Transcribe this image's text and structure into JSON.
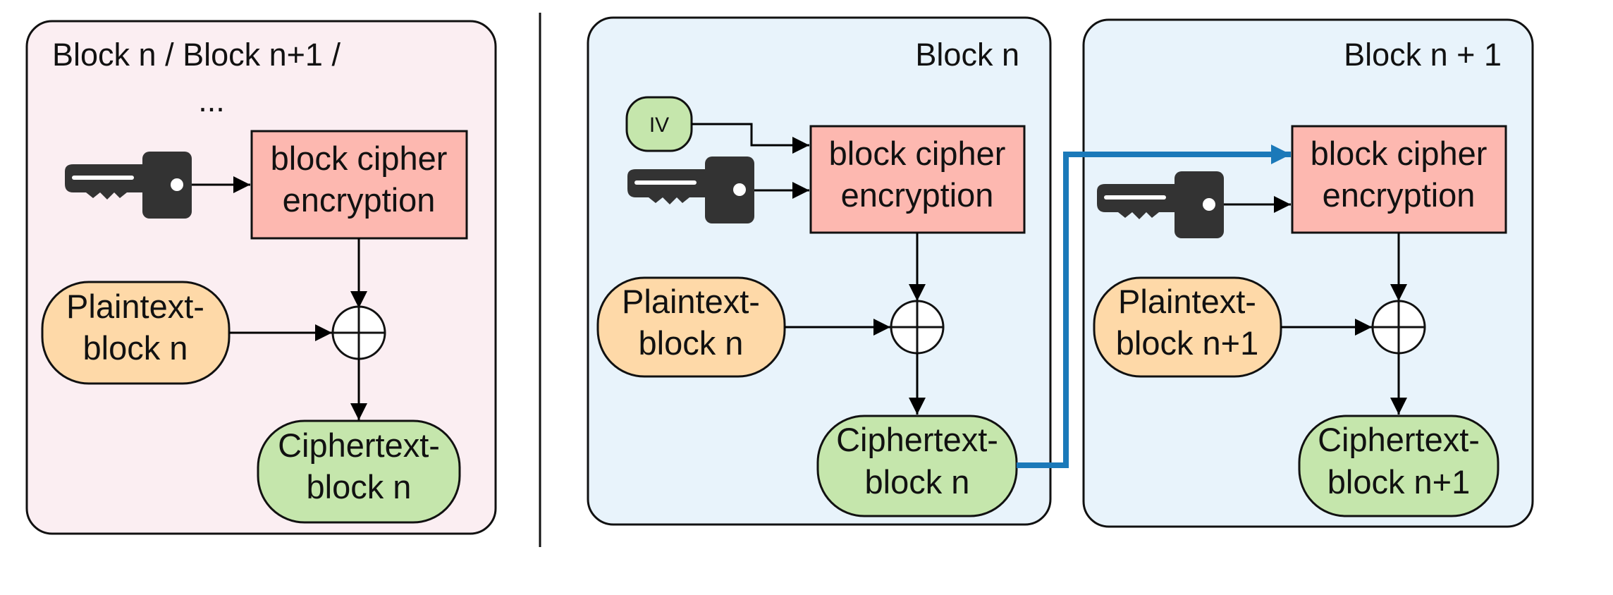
{
  "panels": [
    {
      "title_line1": "Block n / Block n+1 /",
      "title_line2": "...",
      "cipher_line1": "block cipher",
      "cipher_line2": "encryption",
      "plaintext_line1": "Plaintext-",
      "plaintext_line2": "block n",
      "ciphertext_line1": "Ciphertext-",
      "ciphertext_line2": "block n"
    },
    {
      "title": "Block n",
      "iv_label": "IV",
      "cipher_line1": "block cipher",
      "cipher_line2": "encryption",
      "plaintext_line1": "Plaintext-",
      "plaintext_line2": "block n",
      "ciphertext_line1": "Ciphertext-",
      "ciphertext_line2": "block n"
    },
    {
      "title": "Block n + 1",
      "cipher_line1": "block cipher",
      "cipher_line2": "encryption",
      "plaintext_line1": "Plaintext-",
      "plaintext_line2": "block n+1",
      "ciphertext_line1": "Ciphertext-",
      "ciphertext_line2": "block n+1"
    }
  ],
  "colors": {
    "panel_left_fill": "#fbeef2",
    "panel_right_fill": "#e8f3fb",
    "cipher_fill": "#fdb8b0",
    "plaintext_fill": "#fed9a8",
    "ciphertext_fill": "#c5e6ac",
    "key_fill": "#333333",
    "feedback_arrow": "#1b79b9"
  },
  "icons": [
    "key-icon",
    "xor-icon"
  ]
}
